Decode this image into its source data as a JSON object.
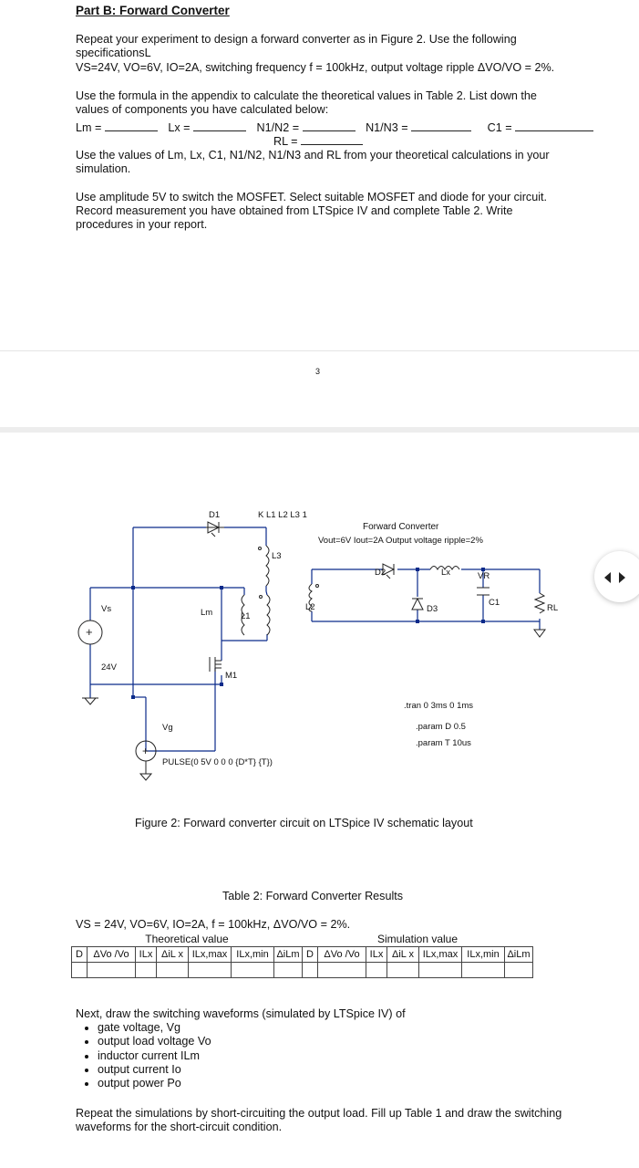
{
  "part_title": "Part B: Forward Converter",
  "intro_1": "Repeat your experiment to design a forward converter as in Figure 2. Use the following specificationsL",
  "specs_1": "VS=24V, VO=6V, IO=2A, switching frequency f = 100kHz, output voltage ripple ΔVO/VO = 2%.",
  "intro_2": "Use the formula in the appendix to calculate the theoretical values in Table 2. List down the values of components you have calculated below:",
  "blanks": {
    "lm": "Lm =",
    "lx": "Lx =",
    "n12": "N1/N2 =",
    "n13": "N1/N3 =",
    "c1": "C1 =",
    "rl": "RL ="
  },
  "intro_3": "Use the values of Lm, Lx, C1, N1/N2, N1/N3 and RL from your theoretical calculations in your simulation.",
  "intro_4": "Use amplitude 5V to switch the MOSFET. Select suitable MOSFET and diode for your circuit. Record measurement you have obtained from LTSpice IV and complete Table 2. Write procedures in your report.",
  "page_number": "3",
  "schematic": {
    "d1": "D1",
    "coupling": "K L1 L2 L3 1",
    "title": "Forward Converter",
    "subtitle": "Vout=6V Iout=2A Output voltage ripple=2%",
    "l3": "L3",
    "l2": "L2",
    "l1": "L1",
    "lm": "Lm",
    "d2": "D2",
    "lx": "Lx",
    "vr": "VR",
    "c1": "C1",
    "d3": "D3",
    "rl": "RL",
    "vs": "Vs",
    "vs_value": "24V",
    "m1": "M1",
    "vg": "Vg",
    "pulse": "PULSE(0 5V 0 0 0 {D*T} {T})",
    "tran": ".tran 0 3ms 0 1ms",
    "param_d": ".param D 0.5",
    "param_t": ".param T 10us"
  },
  "figure_caption": "Figure 2: Forward converter circuit on LTSpice IV schematic layout",
  "table_caption": "Table 2: Forward Converter Results",
  "table_spec": "VS = 24V, VO=6V, IO=2A, f = 100kHz, ΔVO/VO = 2%.",
  "table": {
    "group_theoretical": "Theoretical value",
    "group_simulation": "Simulation value",
    "columns": [
      "D",
      "ΔVo /Vo",
      "ILx",
      "ΔiL x",
      "ILx,max",
      "ILx,min",
      "ΔiLm",
      "D",
      "ΔVo /Vo",
      "ILx",
      "ΔiL x",
      "ILx,max",
      "ILx,min",
      "ΔiLm"
    ]
  },
  "waveforms_intro": "Next, draw the switching waveforms (simulated by LTSpice IV) of",
  "waveforms": [
    "gate voltage, Vg",
    "output load voltage Vo",
    "inductor current ILm",
    "output current Io",
    "output power Po"
  ],
  "final_para": "Repeat the simulations by short-circuiting the output load. Fill up Table 1 and draw the switching waveforms for the short-circuit condition."
}
